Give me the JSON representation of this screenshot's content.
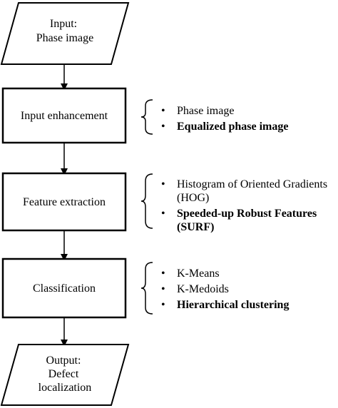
{
  "steps": [
    {
      "id": "input",
      "shape": "parallelogram",
      "lines": [
        "Input:",
        "Phase image"
      ]
    },
    {
      "id": "input-enhancement",
      "shape": "box",
      "lines": [
        "Input enhancement"
      ]
    },
    {
      "id": "feature-extraction",
      "shape": "box",
      "lines": [
        "Feature extraction"
      ]
    },
    {
      "id": "classification",
      "shape": "box",
      "lines": [
        "Classification"
      ]
    },
    {
      "id": "output",
      "shape": "parallelogram",
      "lines": [
        "Output:",
        "Defect",
        "localization"
      ]
    }
  ],
  "notes": {
    "input_enhancement": {
      "items": [
        {
          "text": "Phase image",
          "bold": false
        },
        {
          "text": "Equalized phase image",
          "bold": true
        }
      ]
    },
    "feature_extraction": {
      "items": [
        {
          "text": "Histogram of Oriented Gradients (HOG)",
          "bold": false
        },
        {
          "text": "Speeded-up Robust Features (SURF)",
          "bold": true
        }
      ]
    },
    "classification": {
      "items": [
        {
          "text": "K-Means",
          "bold": false
        },
        {
          "text": "K-Medoids",
          "bold": false
        },
        {
          "text": "Hierarchical clustering",
          "bold": true
        }
      ]
    }
  },
  "style": {
    "stroke_color": "#000000",
    "text_color": "#000000",
    "background": "#ffffff"
  }
}
